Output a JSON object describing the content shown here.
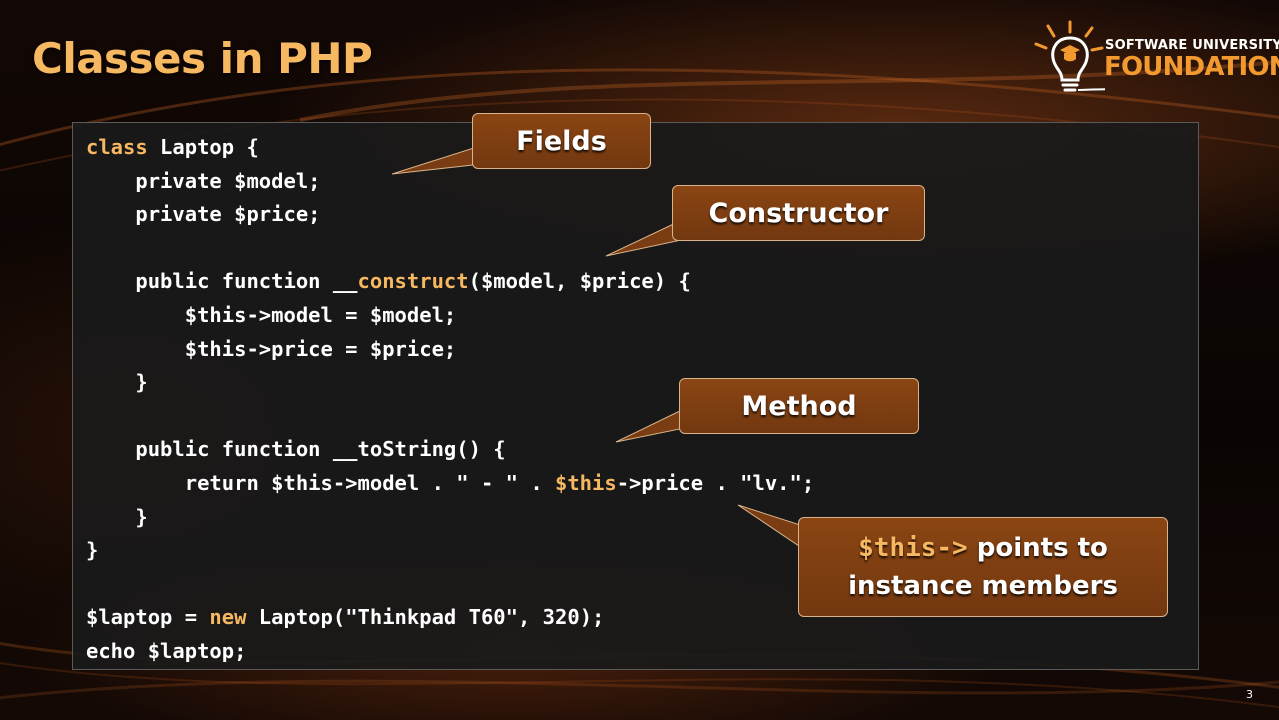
{
  "slide": {
    "title": "Classes in PHP",
    "page_number": "3"
  },
  "logo": {
    "line1": "SOFTWARE UNIVERSITY",
    "line2": "FOUNDATION",
    "icon": "lightbulb-graduation-cap-icon"
  },
  "code": {
    "lines": [
      "class Laptop {",
      "    private $model;",
      "    private $price;",
      "",
      "    public function __construct($model, $price) {",
      "        $this->model = $model;",
      "        $this->price = $price;",
      "    }",
      "",
      "    public function __toString() {",
      "        return $this->model . \" - \" . $this->price . \"lv.\";",
      "    }",
      "}",
      "",
      "$laptop = new Laptop(\"Thinkpad T60\", 320);",
      "echo $laptop;"
    ]
  },
  "callouts": {
    "fields": "Fields",
    "constructor": "Constructor",
    "method": "Method",
    "this_code": "$this->",
    "this_text1": " points to",
    "this_text2": "instance members"
  },
  "colors": {
    "title": "#f6b861",
    "keyword": "#f6b861",
    "callout_fill": "#7a3c12",
    "code_text": "#ffffff"
  }
}
